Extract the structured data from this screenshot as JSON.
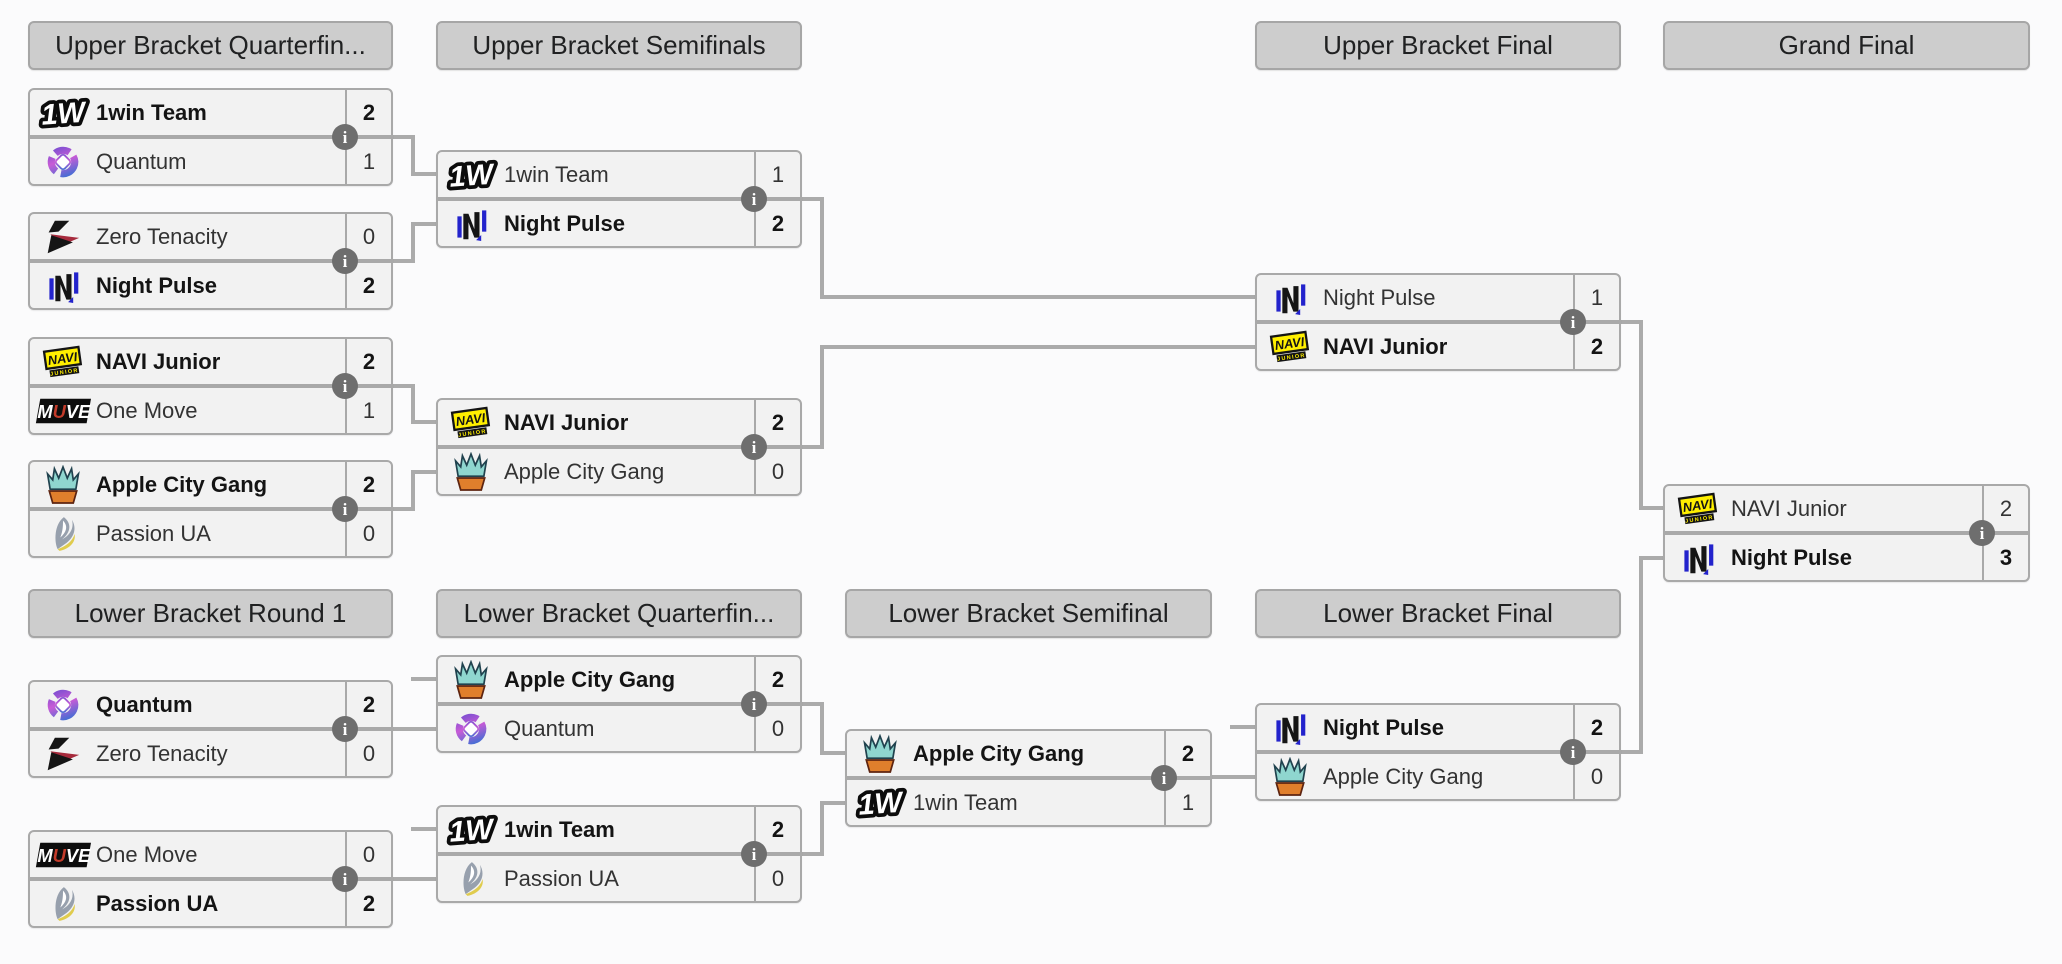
{
  "colors": {
    "page_bg": "#fbfbfc",
    "header_bg": "#cdcdcd",
    "header_border": "#a6a6a6",
    "header_text": "#202122",
    "match_bg": "#f2f2f2",
    "match_border": "#a9a9a9",
    "connector": "#ababab",
    "winner_text": "#141414",
    "loser_text": "#333333",
    "info_icon_bg": "#6e6e6e",
    "info_icon_text": "#ffffff",
    "navi_yellow": "#ffef00",
    "night_pulse_blue": "#2323cc",
    "zero_tenacity_red": "#a62a3c",
    "one_move_red": "#c33b2a"
  },
  "info_icon_glyph": "i",
  "headers": [
    {
      "id": "upper-bracket-quarterfinals",
      "label": "Upper Bracket Quarterfin..."
    },
    {
      "id": "upper-bracket-semifinals",
      "label": "Upper Bracket Semifinals"
    },
    {
      "id": "upper-bracket-final",
      "label": "Upper Bracket Final"
    },
    {
      "id": "grand-final",
      "label": "Grand Final"
    },
    {
      "id": "lower-bracket-round-1",
      "label": "Lower Bracket Round 1"
    },
    {
      "id": "lower-bracket-quarterfinals",
      "label": "Lower Bracket Quarterfin..."
    },
    {
      "id": "lower-bracket-semifinal",
      "label": "Lower Bracket Semifinal"
    },
    {
      "id": "lower-bracket-final",
      "label": "Lower Bracket Final"
    }
  ],
  "matches": [
    {
      "id": "ub-qf-1",
      "teams": [
        {
          "name": "1win Team",
          "logo": "1win",
          "score": "2",
          "winner": true
        },
        {
          "name": "Quantum",
          "logo": "quantum",
          "score": "1",
          "winner": false
        }
      ]
    },
    {
      "id": "ub-qf-2",
      "teams": [
        {
          "name": "Zero Tenacity",
          "logo": "zero-tenacity",
          "score": "0",
          "winner": false
        },
        {
          "name": "Night Pulse",
          "logo": "night-pulse",
          "score": "2",
          "winner": true
        }
      ]
    },
    {
      "id": "ub-qf-3",
      "teams": [
        {
          "name": "NAVI Junior",
          "logo": "navi-junior",
          "score": "2",
          "winner": true
        },
        {
          "name": "One Move",
          "logo": "one-move",
          "score": "1",
          "winner": false
        }
      ]
    },
    {
      "id": "ub-qf-4",
      "teams": [
        {
          "name": "Apple City Gang",
          "logo": "apple-city-gang",
          "score": "2",
          "winner": true
        },
        {
          "name": "Passion UA",
          "logo": "passion-ua",
          "score": "0",
          "winner": false
        }
      ]
    },
    {
      "id": "ub-sf-1",
      "teams": [
        {
          "name": "1win Team",
          "logo": "1win",
          "score": "1",
          "winner": false
        },
        {
          "name": "Night Pulse",
          "logo": "night-pulse",
          "score": "2",
          "winner": true
        }
      ]
    },
    {
      "id": "ub-sf-2",
      "teams": [
        {
          "name": "NAVI Junior",
          "logo": "navi-junior",
          "score": "2",
          "winner": true
        },
        {
          "name": "Apple City Gang",
          "logo": "apple-city-gang",
          "score": "0",
          "winner": false
        }
      ]
    },
    {
      "id": "ub-final",
      "teams": [
        {
          "name": "Night Pulse",
          "logo": "night-pulse",
          "score": "1",
          "winner": false
        },
        {
          "name": "NAVI Junior",
          "logo": "navi-junior",
          "score": "2",
          "winner": true
        }
      ]
    },
    {
      "id": "grand-final",
      "teams": [
        {
          "name": "NAVI Junior",
          "logo": "navi-junior",
          "score": "2",
          "winner": false
        },
        {
          "name": "Night Pulse",
          "logo": "night-pulse",
          "score": "3",
          "winner": true
        }
      ]
    },
    {
      "id": "lb-r1-1",
      "teams": [
        {
          "name": "Quantum",
          "logo": "quantum",
          "score": "2",
          "winner": true
        },
        {
          "name": "Zero Tenacity",
          "logo": "zero-tenacity",
          "score": "0",
          "winner": false
        }
      ]
    },
    {
      "id": "lb-r1-2",
      "teams": [
        {
          "name": "One Move",
          "logo": "one-move",
          "score": "0",
          "winner": false
        },
        {
          "name": "Passion UA",
          "logo": "passion-ua",
          "score": "2",
          "winner": true
        }
      ]
    },
    {
      "id": "lb-qf-1",
      "teams": [
        {
          "name": "Apple City Gang",
          "logo": "apple-city-gang",
          "score": "2",
          "winner": true
        },
        {
          "name": "Quantum",
          "logo": "quantum",
          "score": "0",
          "winner": false
        }
      ]
    },
    {
      "id": "lb-qf-2",
      "teams": [
        {
          "name": "1win Team",
          "logo": "1win",
          "score": "2",
          "winner": true
        },
        {
          "name": "Passion UA",
          "logo": "passion-ua",
          "score": "0",
          "winner": false
        }
      ]
    },
    {
      "id": "lb-sf",
      "teams": [
        {
          "name": "Apple City Gang",
          "logo": "apple-city-gang",
          "score": "2",
          "winner": true
        },
        {
          "name": "1win Team",
          "logo": "1win",
          "score": "1",
          "winner": false
        }
      ]
    },
    {
      "id": "lb-final",
      "teams": [
        {
          "name": "Night Pulse",
          "logo": "night-pulse",
          "score": "2",
          "winner": true
        },
        {
          "name": "Apple City Gang",
          "logo": "apple-city-gang",
          "score": "0",
          "winner": false
        }
      ]
    }
  ]
}
